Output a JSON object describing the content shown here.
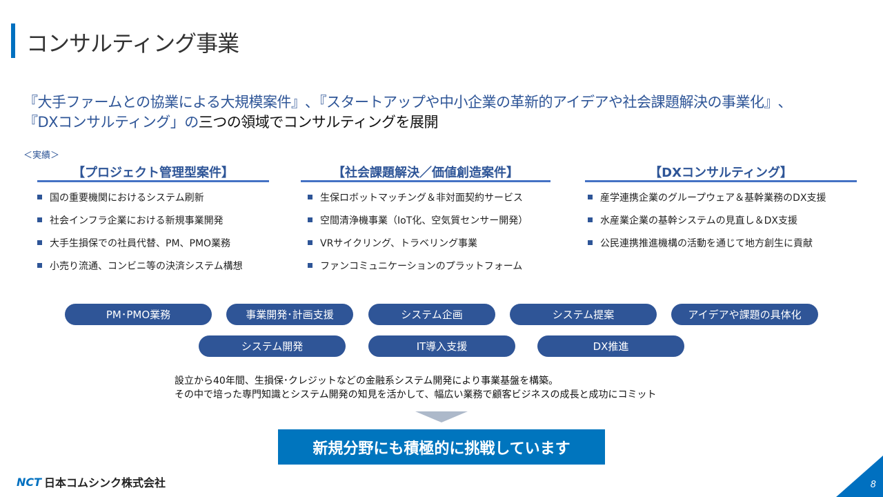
{
  "title": "コンサルティング事業",
  "lead": {
    "line1": "『大手ファームとの協業による大規模案件』､『スタートアップや中小企業の革新的アイデアや社会課題解決の事業化』､",
    "line2_blue": "『DXコンサルティング」の",
    "line2_black": "三つの領域でコンサルティングを展開"
  },
  "jisseki": "＜実績＞",
  "columns": [
    {
      "heading": "【プロジェクト管理型案件】",
      "items": [
        "国の重要機関におけるシステム刷新",
        "社会インフラ企業における新規事業開発",
        "大手生損保での社員代替、PM、PMO業務",
        "小売り流通、コンビニ等の決済システム構想"
      ]
    },
    {
      "heading": "【社会課題解決／価値創造案件】",
      "items": [
        "生保ロボットマッチング＆非対面契約サービス",
        "空間清浄機事業（IoT化、空気質センサー開発）",
        "VRサイクリング、トラベリング事業",
        "ファンコミュニケーションのプラットフォーム"
      ]
    },
    {
      "heading": "【DXコンサルティング】",
      "items": [
        "産学連携企業のグループウェア＆基幹業務のDX支援",
        "水産業企業の基幹システムの見直し＆DX支援",
        "公民連携推進機構の活動を通じて地方創生に貢献"
      ]
    }
  ],
  "pills": [
    "PM･PMO業務",
    "事業開発･計画支援",
    "システム企画",
    "システム提案",
    "アイデアや課題の具体化",
    "システム開発",
    "IT導入支援",
    "DX推進"
  ],
  "description": [
    "設立から40年間、生損保･クレジットなどの金融系システム開発により事業基盤を構築。",
    "その中で培った専門知識とシステム開発の知見を活かして、幅広い業務で顧客ビジネスの成長と成功にコミット"
  ],
  "cta": "新規分野にも積極的に挑戦しています",
  "logo": {
    "mark": "NCT",
    "name": "日本コムシンク株式会社"
  },
  "page_number": "8"
}
